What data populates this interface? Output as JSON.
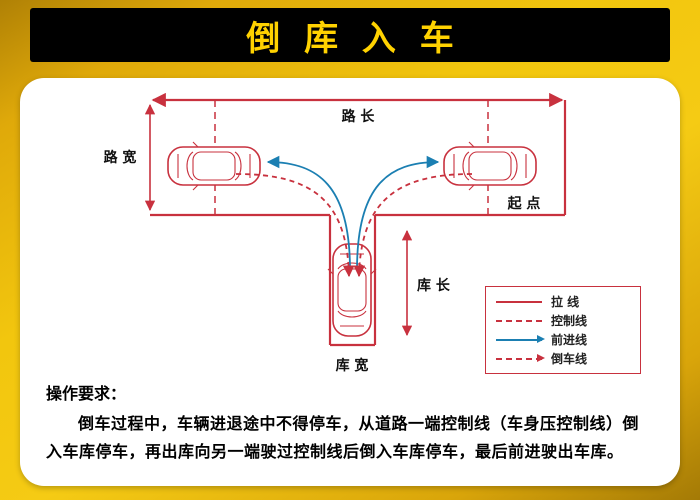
{
  "banner": {
    "title": "倒 库 入 车"
  },
  "diagram": {
    "labels": {
      "road_length": "路 长",
      "road_width": "路 宽",
      "start_point": "起 点",
      "garage_length": "库 长",
      "garage_width": "库 宽"
    }
  },
  "legend": {
    "items": [
      {
        "label": "拉  线",
        "type": "solid-red"
      },
      {
        "label": "控制线",
        "type": "dashed-red"
      },
      {
        "label": "前进线",
        "type": "arrow-blue"
      },
      {
        "label": "倒车线",
        "type": "arrow-dashed-red"
      }
    ]
  },
  "instructions": {
    "heading": "操作要求：",
    "body": "倒车过程中，车辆进退途中不得停车，从道路一端控制线（车身压控制线）倒入车库停车，再出库向另一端驶过控制线后倒入车库停车，最后前进驶出车库。"
  },
  "colors": {
    "background_gold": "#f2c60e",
    "banner_bg": "#000000",
    "banner_text": "#ffd200",
    "diagram_red": "#c8313e",
    "path_blue": "#1b7fb2"
  }
}
